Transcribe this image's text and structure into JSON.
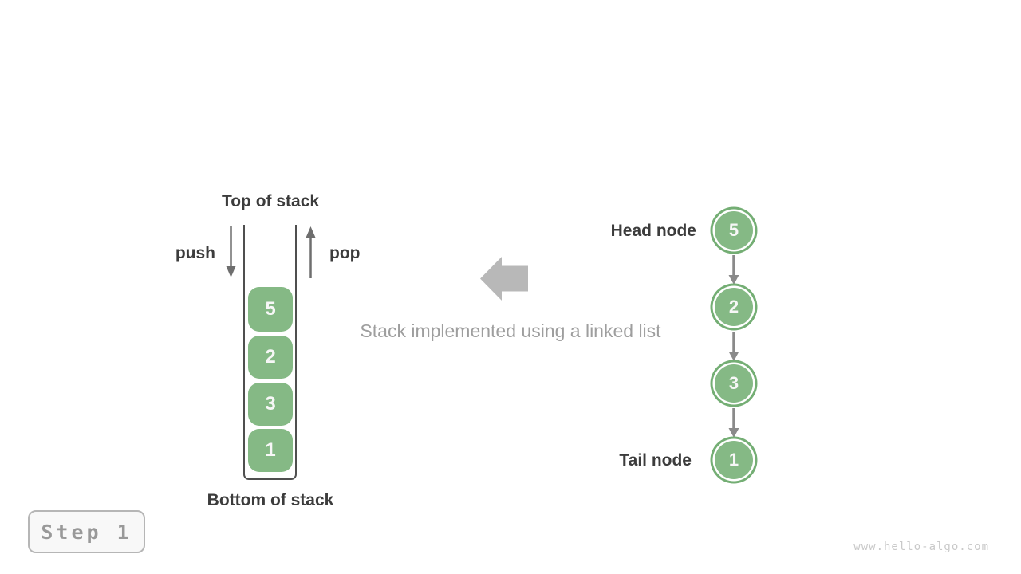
{
  "colors": {
    "node_green": "#85b985",
    "node_ring_green": "#74ae74",
    "big_arrow_gray": "#b8b8b8",
    "connector_gray": "#8a8a8a",
    "dark_text": "#3c3c3c",
    "muted_text": "#9e9e9e"
  },
  "stack": {
    "top_label": "Top of stack",
    "bottom_label": "Bottom of stack",
    "push_label": "push",
    "pop_label": "pop",
    "blocks": [
      "5",
      "2",
      "3",
      "1"
    ]
  },
  "caption": "Stack implemented using a linked list",
  "linked_list": {
    "head_label": "Head node",
    "tail_label": "Tail node",
    "nodes": [
      "5",
      "2",
      "3",
      "1"
    ]
  },
  "step_badge": {
    "label": "Step 1"
  },
  "watermark": "www.hello-algo.com"
}
